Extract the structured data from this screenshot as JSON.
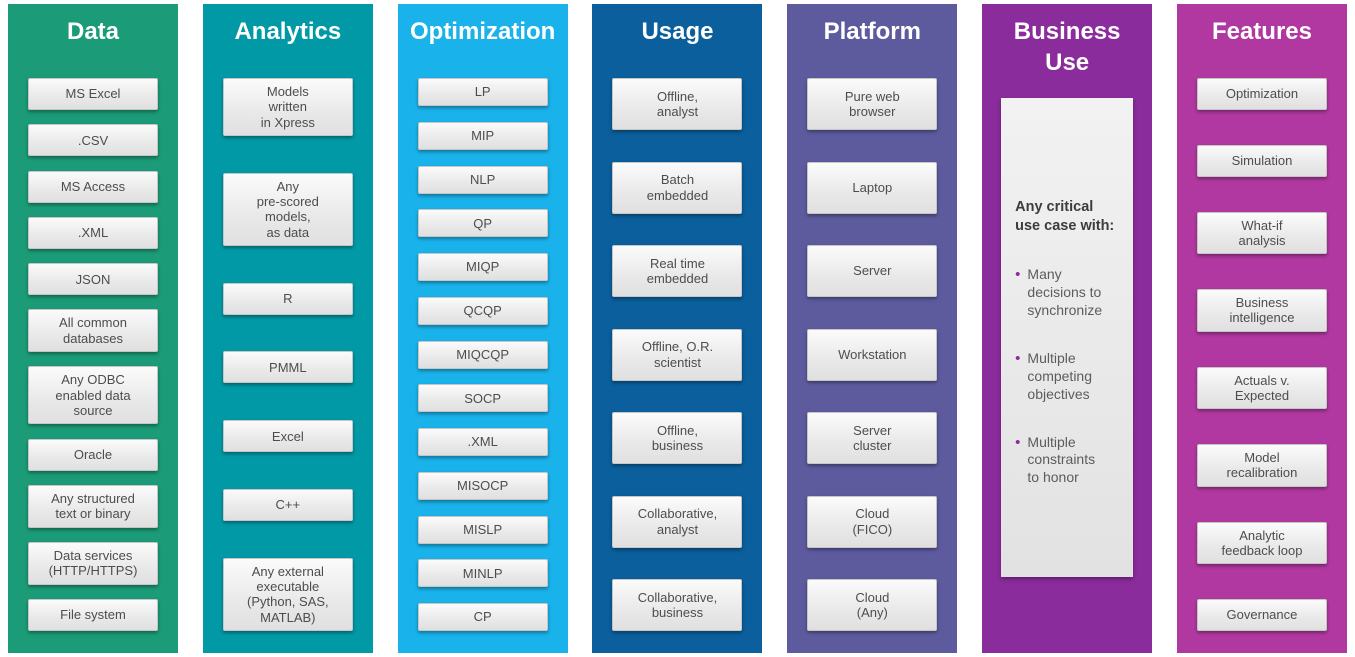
{
  "columns": [
    {
      "id": "data",
      "title": "Data",
      "color": "#1b9b77",
      "items": [
        "MS Excel",
        ".CSV",
        "MS Access",
        ".XML",
        "JSON",
        "All common\ndatabases",
        "Any ODBC\nenabled data\nsource",
        "Oracle",
        "Any structured\ntext or binary",
        "Data services\n(HTTP/HTTPS)",
        "File system"
      ]
    },
    {
      "id": "analytics",
      "title": "Analytics",
      "color": "#0099a5",
      "items": [
        "Models\nwritten\nin Xpress",
        "Any\npre-scored\nmodels,\nas data",
        "R",
        "PMML",
        "Excel",
        "C++",
        "Any external\nexecutable\n(Python, SAS,\nMATLAB)"
      ]
    },
    {
      "id": "optimization",
      "title": "Optimization",
      "color": "#19b2ea",
      "items": [
        "LP",
        "MIP",
        "NLP",
        "QP",
        "MIQP",
        "QCQP",
        "MIQCQP",
        "SOCP",
        ".XML",
        "MISOCP",
        "MISLP",
        "MINLP",
        "CP"
      ]
    },
    {
      "id": "usage",
      "title": "Usage",
      "color": "#0a5f9c",
      "items": [
        "Offline,\nanalyst",
        "Batch\nembedded",
        "Real time\nembedded",
        "Offline, O.R.\nscientist",
        "Offline,\nbusiness",
        "Collaborative,\nanalyst",
        "Collaborative,\nbusiness"
      ]
    },
    {
      "id": "platform",
      "title": "Platform",
      "color": "#5d5b9e",
      "items": [
        "Pure web\nbrowser",
        "Laptop",
        "Server",
        "Workstation",
        "Server\ncluster",
        "Cloud\n(FICO)",
        "Cloud\n(Any)"
      ]
    },
    {
      "id": "business-use",
      "title": "Business\nUse",
      "color": "#8b2c9c",
      "panel": {
        "heading": "Any critical\nuse case with:",
        "bullet_color": "#8b2c9c",
        "bullets": [
          "Many\ndecisions to\nsynchronize",
          "Multiple\ncompeting\nobjectives",
          "Multiple\nconstraints\nto honor"
        ]
      }
    },
    {
      "id": "features",
      "title": "Features",
      "color": "#b138a0",
      "items": [
        "Optimization",
        "Simulation",
        "What-if\nanalysis",
        "Business\nintelligence",
        "Actuals v.\nExpected",
        "Model\nrecalibration",
        "Analytic\nfeedback loop",
        "Governance"
      ]
    }
  ]
}
